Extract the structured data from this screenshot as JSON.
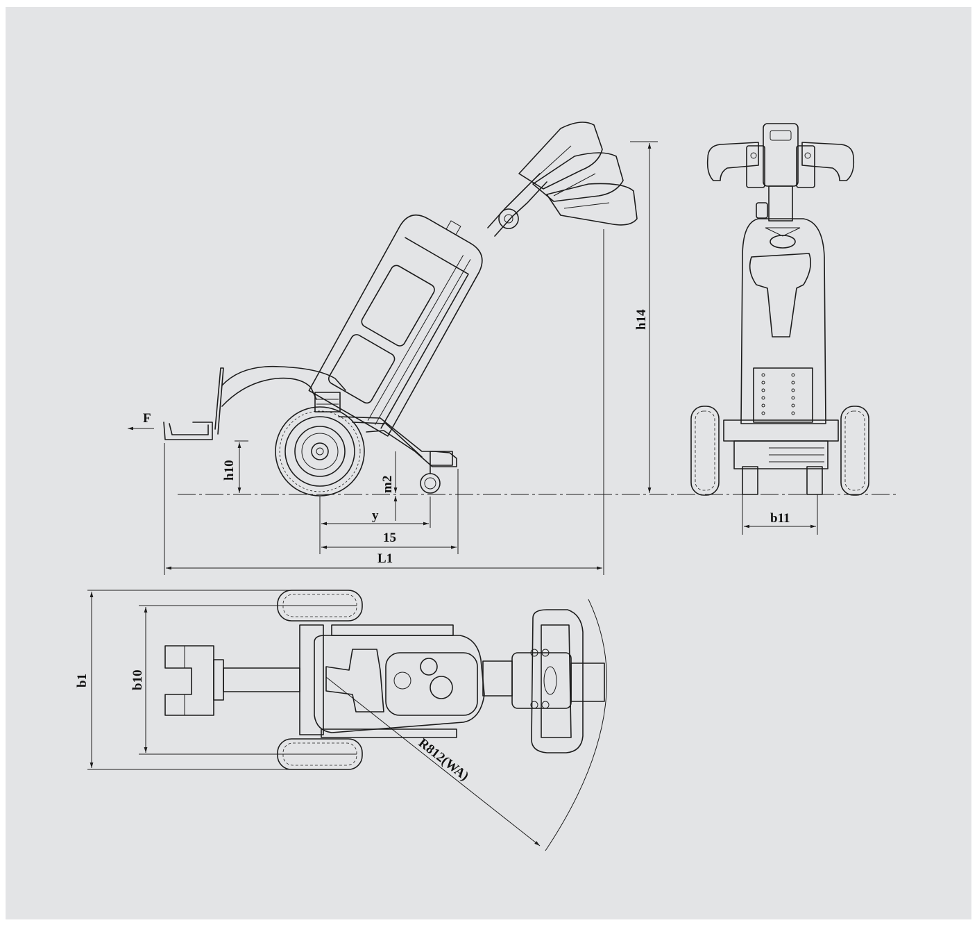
{
  "colors": {
    "background": "#e3e4e6",
    "line": "#1c1c1c",
    "frame": "#ffffff"
  },
  "labels": {
    "F": "F",
    "h10": "h10",
    "m2": "m2",
    "y": "y",
    "l5": "15",
    "L1": "L1",
    "h14": "h14",
    "b11": "b11",
    "b1": "b1",
    "b10": "b10",
    "radius": "R812(WA)"
  }
}
